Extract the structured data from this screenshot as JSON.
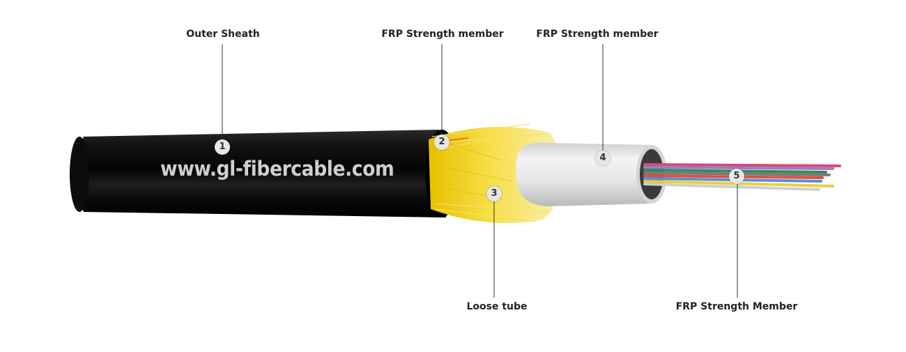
{
  "diagram": {
    "watermark": "www.gl-fibercable.com",
    "callouts": [
      {
        "number": "1",
        "label": "Outer Sheath"
      },
      {
        "number": "2",
        "label": "FRP Strength member"
      },
      {
        "number": "3",
        "label": "Loose tube"
      },
      {
        "number": "4",
        "label": "FRP Strength member"
      },
      {
        "number": "5",
        "label": "FRP Strength Member"
      }
    ]
  },
  "colors": {
    "sheath": "#0d0d0d",
    "yarn": "#f2d21a",
    "tube": "#e4e4e4",
    "fibers": [
      "#d9477a",
      "#a07ac8",
      "#2f8f55",
      "#7a7a7a",
      "#e05040",
      "#e8d03c",
      "#cfcfcf",
      "#5a8ed6"
    ]
  }
}
